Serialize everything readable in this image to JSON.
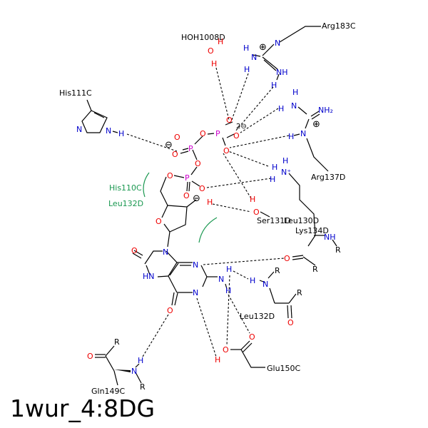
{
  "title": "1wur_4:8DG",
  "residues": {
    "arg183": "Arg183C",
    "hoh": "HOH1008D",
    "his111": "His111C",
    "arg137": "Arg137D",
    "his110": "His110C",
    "leu132_hyd": "Leu132D",
    "ser131": "Ser131D",
    "leu130": "Leu130D",
    "lys134": "Lys134D",
    "leu132": "Leu132D",
    "gln149": "Gln149C",
    "glu150": "Glu150C"
  },
  "atoms": {
    "N": "N",
    "O": "O",
    "H": "H",
    "P": "P",
    "R": "R",
    "NH": "NH",
    "HN": "HN",
    "NH2": "NH₂",
    "NH_plus": "N⁺",
    "charge_minus": "⊖",
    "charge_plus": "⊕",
    "charge_2minus": "2⊖"
  },
  "colors": {
    "N": "#0000cc",
    "O": "#ee0000",
    "P": "#cc00cc",
    "H": "#000000",
    "hydrophobic": "#1a9850"
  }
}
